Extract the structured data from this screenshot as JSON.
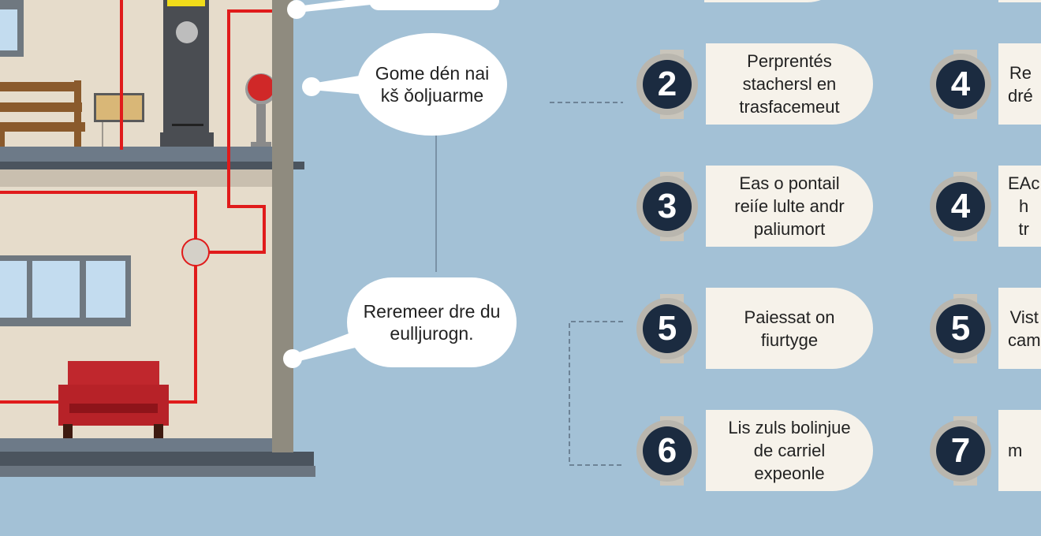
{
  "colors": {
    "background": "#a3c1d6",
    "wall": "#e6dccb",
    "pipe": "#e01b1b",
    "badge": "#1b2b40",
    "card": "#f6f2ea",
    "floor": "#5a6470"
  },
  "bubbles": [
    {
      "text": ""
    },
    {
      "text": "Gome dén nai kš ǒoljuarme"
    },
    {
      "text": "Reremeer dre du eulljurogn."
    }
  ],
  "steps_left": [
    {
      "number": "2",
      "text": "Perprentés\nstachersl en\ntrasfacemeut"
    },
    {
      "number": "3",
      "text": "Eas o pontail\nreiíe lulte andr\npaliumort"
    },
    {
      "number": "5",
      "text": "Paiessat on\nfiurtyge"
    },
    {
      "number": "6",
      "text": "Lis zuls bolinjue\nde carriel\nexpeonle"
    }
  ],
  "steps_right": [
    {
      "number": "4",
      "text": "Re\ndré"
    },
    {
      "number": "4",
      "text": "EAc\nh\ntr"
    },
    {
      "number": "5",
      "text": "Vist\ncam"
    },
    {
      "number": "7",
      "text": "m"
    }
  ],
  "icons": [
    "bench-icon",
    "picture-frame-icon",
    "clock-tower-icon",
    "lamp-post-icon",
    "armchair-icon",
    "window-icon",
    "valve-icon"
  ]
}
